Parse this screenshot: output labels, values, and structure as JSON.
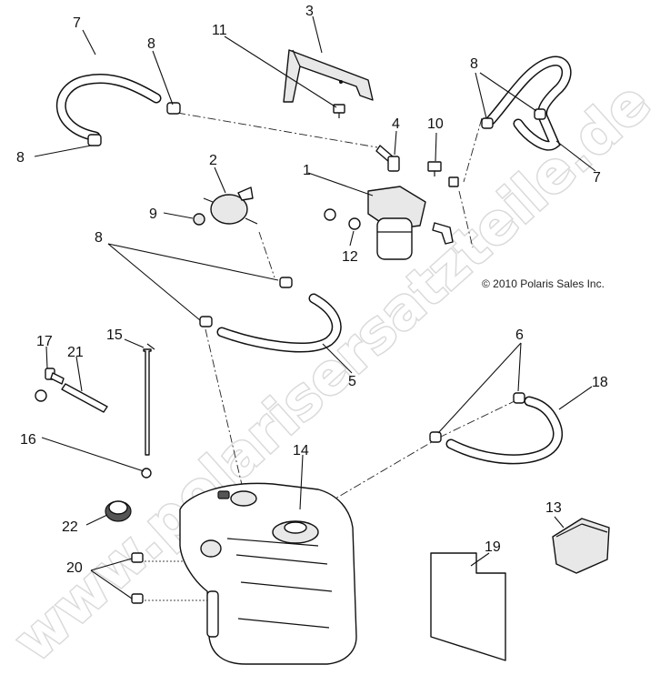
{
  "copyright": "© 2010 Polaris Sales Inc.",
  "watermark": "www.polarisersatzteile.de",
  "callouts": {
    "c1": "1",
    "c2": "2",
    "c3": "3",
    "c4": "4",
    "c5": "5",
    "c6": "6",
    "c7a": "7",
    "c7b": "7",
    "c8a": "8",
    "c8b": "8",
    "c8c": "8",
    "c8d": "8",
    "c9": "9",
    "c10": "10",
    "c11": "11",
    "c12": "12",
    "c13": "13",
    "c14": "14",
    "c15": "15",
    "c16": "16",
    "c17": "17",
    "c18": "18",
    "c19": "19",
    "c20": "20",
    "c21": "21",
    "c22": "22"
  },
  "parts": [
    {
      "ref": "1",
      "name": "fuel-filter-assembly"
    },
    {
      "ref": "2",
      "name": "fuel-pump"
    },
    {
      "ref": "3",
      "name": "mounting-bracket"
    },
    {
      "ref": "4",
      "name": "elbow-fitting"
    },
    {
      "ref": "5",
      "name": "fuel-hose"
    },
    {
      "ref": "6",
      "name": "hose-clamp"
    },
    {
      "ref": "7",
      "name": "hose"
    },
    {
      "ref": "8",
      "name": "hose-clamp"
    },
    {
      "ref": "9",
      "name": "nut"
    },
    {
      "ref": "10",
      "name": "screw"
    },
    {
      "ref": "11",
      "name": "screw"
    },
    {
      "ref": "12",
      "name": "nut"
    },
    {
      "ref": "13",
      "name": "block"
    },
    {
      "ref": "14",
      "name": "fuel-tank"
    },
    {
      "ref": "15",
      "name": "fuel-pickup-tube"
    },
    {
      "ref": "16",
      "name": "grommet"
    },
    {
      "ref": "17",
      "name": "elbow-fitting"
    },
    {
      "ref": "18",
      "name": "vent-hose"
    },
    {
      "ref": "19",
      "name": "decal"
    },
    {
      "ref": "20",
      "name": "screw"
    },
    {
      "ref": "21",
      "name": "vent-tube"
    },
    {
      "ref": "22",
      "name": "fuel-cap"
    }
  ]
}
